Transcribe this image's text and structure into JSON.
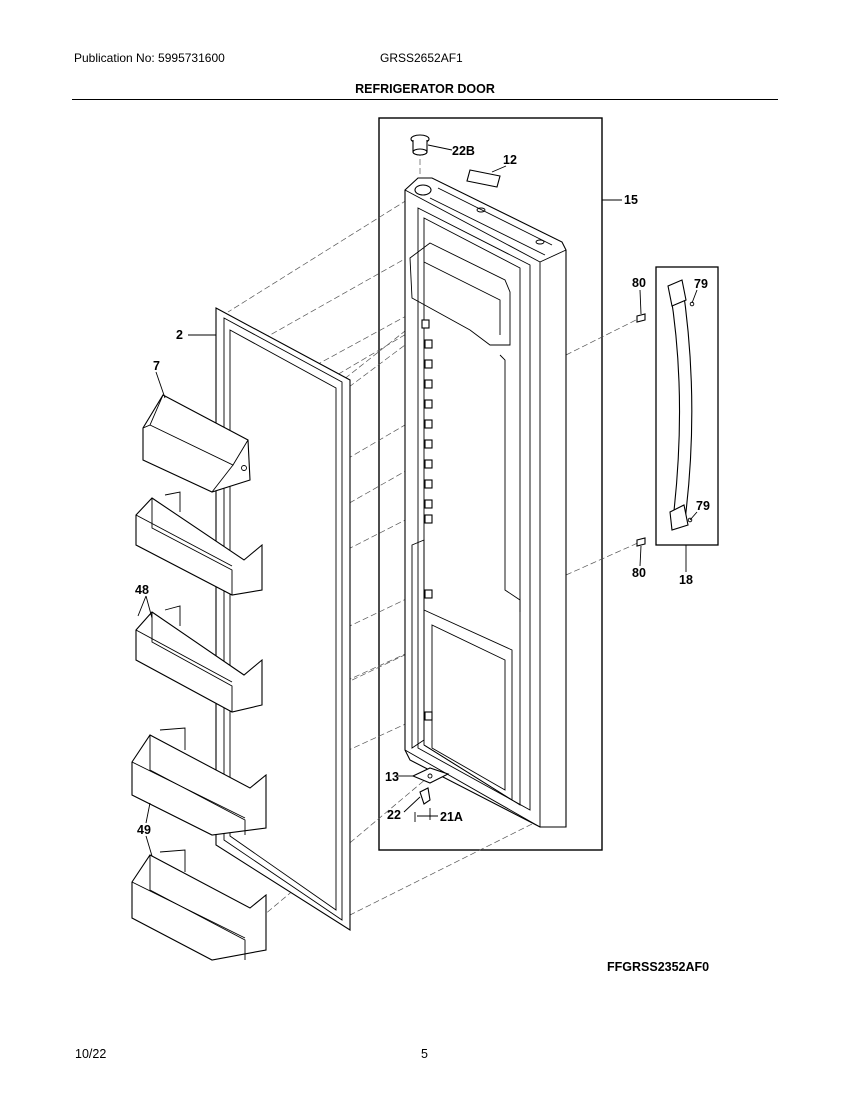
{
  "header": {
    "publication": "Publication No: 5995731600",
    "model": "GRSS2652AF1",
    "title": "REFRIGERATOR DOOR"
  },
  "footer": {
    "date": "10/22",
    "page": "5"
  },
  "diagram": {
    "code": "FFGRSS2352AF0",
    "callouts": {
      "p22B": "22B",
      "p12": "12",
      "p15": "15",
      "p2": "2",
      "p7": "7",
      "p48": "48",
      "p49": "49",
      "p80a": "80",
      "p79a": "79",
      "p79b": "79",
      "p80b": "80",
      "p18": "18",
      "p13": "13",
      "p22": "22",
      "p21A": "21A"
    }
  }
}
